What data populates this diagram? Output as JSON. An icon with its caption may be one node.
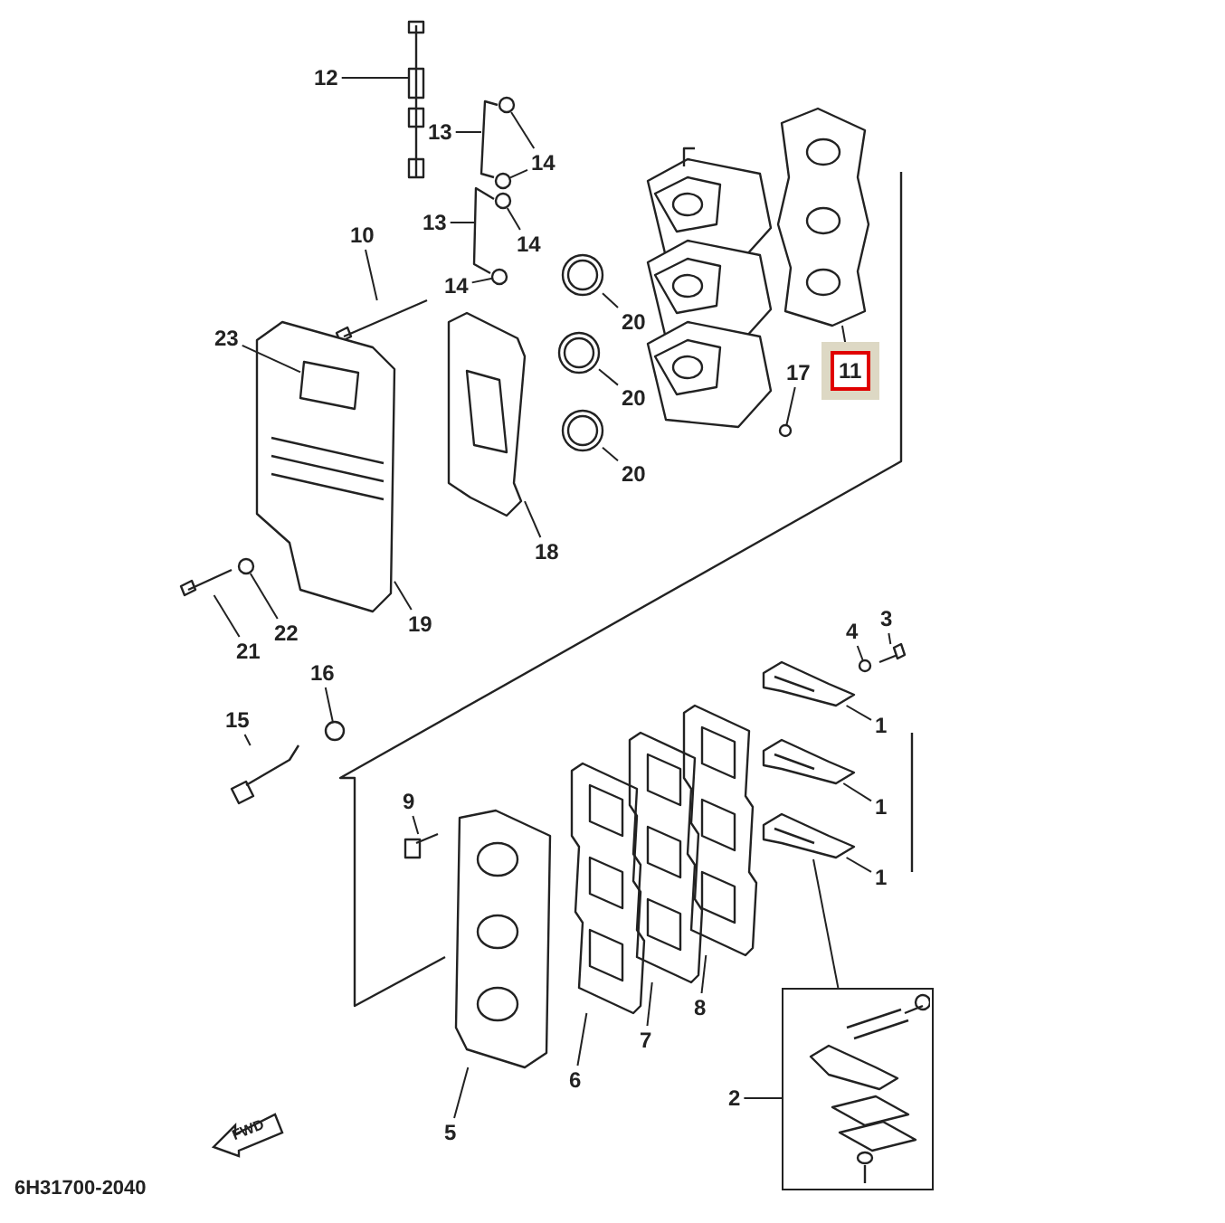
{
  "diagram": {
    "nodes": [
      {
        "text": [
          "12"
        ]
      },
      {
        "text": [
          "13"
        ]
      },
      {
        "text": [
          "14"
        ]
      },
      {
        "text": [
          "13"
        ]
      },
      {
        "text": [
          "14"
        ]
      },
      {
        "text": [
          "10"
        ]
      },
      {
        "text": [
          "14"
        ]
      },
      {
        "text": [
          "23"
        ]
      },
      {
        "text": [
          "20"
        ]
      },
      {
        "text": [
          "17"
        ]
      },
      {
        "text": [
          "11"
        ]
      },
      {
        "text": [
          "20"
        ]
      },
      {
        "text": [
          "20"
        ]
      },
      {
        "text": [
          "18"
        ]
      },
      {
        "text": [
          "21"
        ]
      },
      {
        "text": [
          "22"
        ]
      },
      {
        "text": [
          "19"
        ]
      },
      {
        "text": [
          "4"
        ]
      },
      {
        "text": [
          "3"
        ]
      },
      {
        "text": [
          "16"
        ]
      },
      {
        "text": [
          "15"
        ]
      },
      {
        "text": [
          "1"
        ]
      },
      {
        "text": [
          "9"
        ]
      },
      {
        "text": [
          "1"
        ]
      },
      {
        "text": [
          "1"
        ]
      },
      {
        "text": [
          "8"
        ]
      },
      {
        "text": [
          "7"
        ]
      },
      {
        "text": [
          "6"
        ]
      },
      {
        "text": [
          "2"
        ]
      },
      {
        "text": [
          "5"
        ]
      },
      {
        "text": [],
        "shape": "box"
      },
      {
        "text": [],
        "shape": "picture"
      },
      {
        "text": [],
        "shape": "picture"
      },
      {
        "text": [],
        "shape": "picture"
      },
      {
        "text": [],
        "shape": "picture"
      },
      {
        "text": [],
        "shape": "picture"
      },
      {
        "text": [],
        "shape": "picture"
      },
      {
        "text": [],
        "shape": "picture"
      },
      {
        "text": [],
        "shape": "picture"
      },
      {
        "text": [],
        "shape": "picture"
      },
      {
        "text": [],
        "shape": "box",
        "in": 39
      },
      {
        "text": [],
        "shape": "picture"
      },
      {
        "text": [],
        "shape": "picture"
      },
      {
        "text": [],
        "shape": "picture"
      },
      {
        "text": [],
        "shape": "picture"
      },
      {
        "text": [],
        "shape": "picture"
      },
      {
        "text": [],
        "shape": "picture"
      },
      {
        "text": [],
        "shape": "picture"
      },
      {
        "text": [],
        "shape": "picture"
      },
      {
        "text": [],
        "shape": "picture"
      },
      {
        "text": [],
        "shape": "picture"
      },
      {
        "text": [],
        "shape": "picture"
      },
      {
        "text": [],
        "shape": "picture"
      },
      {
        "text": [],
        "shape": "picture"
      },
      {
        "text": [],
        "shape": "picture"
      },
      {
        "text": [],
        "shape": "picture"
      },
      {
        "text": [],
        "shape": "picture"
      },
      {
        "text": [],
        "shape": "picture"
      },
      {
        "text": [],
        "shape": "picture"
      },
      {
        "text": [],
        "shape": "picture"
      },
      {
        "text": [],
        "shape": "picture"
      }
    ],
    "edges": [
      {
        "from": 0,
        "to": 31,
        "arrow": "none"
      },
      {
        "from": 1,
        "to": 32,
        "arrow": "none"
      },
      {
        "from": 2,
        "to": 34,
        "arrow": "none"
      },
      {
        "from": 2,
        "to": 35,
        "arrow": "none"
      },
      {
        "from": 3,
        "to": 33,
        "arrow": "none"
      },
      {
        "from": 4,
        "to": 36,
        "arrow": "none"
      },
      {
        "from": 5,
        "to": 38,
        "arrow": "none"
      },
      {
        "from": 6,
        "to": 37,
        "arrow": "none"
      },
      {
        "from": 7,
        "to": 40,
        "arrow": "none"
      },
      {
        "from": 8,
        "to": 41,
        "arrow": "none"
      },
      {
        "from": 9,
        "to": 42,
        "arrow": "none"
      },
      {
        "from": 10,
        "to": 43,
        "arrow": "none"
      },
      {
        "from": 11,
        "to": 44,
        "arrow": "none"
      },
      {
        "from": 12,
        "to": 45,
        "arrow": "none"
      },
      {
        "from": 13,
        "to": 46,
        "arrow": "none"
      },
      {
        "from": 14,
        "to": 47,
        "arrow": "none"
      },
      {
        "from": 15,
        "to": 48,
        "arrow": "none"
      },
      {
        "from": 16,
        "to": 39,
        "arrow": "none"
      },
      {
        "from": 17,
        "to": 49,
        "arrow": "none"
      },
      {
        "from": 18,
        "to": 50,
        "arrow": "none"
      },
      {
        "from": 19,
        "to": 51,
        "arrow": "none"
      },
      {
        "from": 20,
        "to": 52,
        "arrow": "none"
      },
      {
        "from": 21,
        "to": 53,
        "arrow": "none"
      },
      {
        "from": 22,
        "to": 54,
        "arrow": "none"
      },
      {
        "from": 23,
        "to": 55,
        "arrow": "none"
      },
      {
        "from": 24,
        "to": 56,
        "arrow": "none"
      },
      {
        "from": 25,
        "to": 57,
        "arrow": "none"
      },
      {
        "from": 26,
        "to": 58,
        "arrow": "none"
      },
      {
        "from": 27,
        "to": 59,
        "arrow": "none"
      },
      {
        "from": 28,
        "to": 30,
        "arrow": "none"
      },
      {
        "from": 29,
        "to": 60,
        "arrow": "none"
      },
      {
        "from": 56,
        "to": 30,
        "arrow": "none"
      }
    ],
    "labels": [
      "FWD",
      "6H31700-2040"
    ]
  }
}
